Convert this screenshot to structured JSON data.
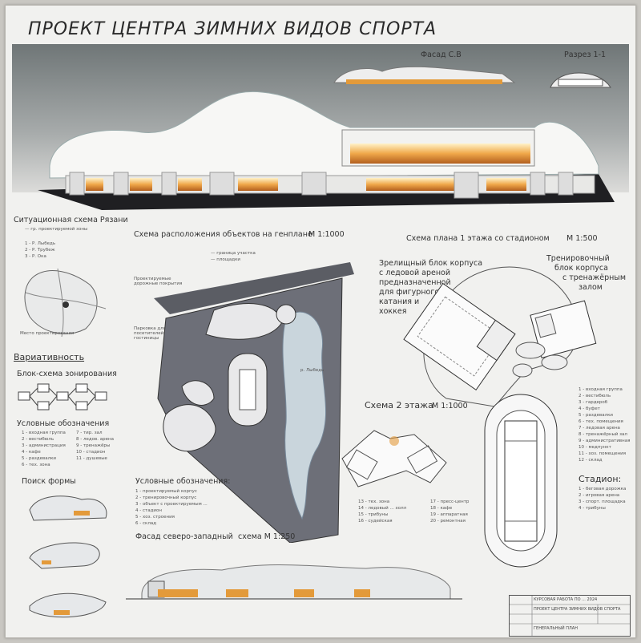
{
  "title": "ПРОЕКТ ЦЕНТРА ЗИМНИХ ВИДОВ СПОРТА",
  "facade_cv": "Фасад С.В",
  "section_11": "Разрез 1-1",
  "situation": {
    "title": "Ситуационная схема Рязани",
    "legend": [
      "— гр. проектируемой зоны",
      "1 - Р. Лыбедь",
      "2 - Р. Трубеж",
      "3 - Р. Ока"
    ],
    "note": "Место проектирования"
  },
  "variant": {
    "title": "Вариативность",
    "zoning": "Блок-схема зонирования",
    "legend_title": "Условные обозначения",
    "legend_left": [
      "1 - входная группа",
      "2 - вестибюль",
      "3 - администрация",
      "4 - кафе",
      "5 - раздевалки",
      "6 - тех. зона"
    ],
    "legend_right": [
      "7 - тир. зал",
      "8 - ледов. арена",
      "9 - тренажёры",
      "10 - стадион",
      "11 - душевые"
    ],
    "form_search": "Поиск формы"
  },
  "genplan": {
    "title": "Схема расположения объектов на генплане",
    "scale": "М 1:1000",
    "legend_top": [
      "— граница участка",
      "— площадки"
    ],
    "side_note_1": "Проектируемые дорожные покрытия",
    "side_note_2": "Парковка для посетителей гостиницы",
    "river": "р. Лыбедь",
    "legend_title": "Условные обозначения:",
    "legend": [
      "1 - проектируемый корпус",
      "2 - тренировочный корпус",
      "3 - объект с проектируемым ...",
      "4 - стадион",
      "5 - хоз. строения",
      "6 - склад"
    ]
  },
  "plan1": {
    "title": "Схема плана 1 этажа со стадионом",
    "scale": "М 1:500",
    "block1": [
      "Зрелищный блок корпуса",
      "с ледовой ареной",
      "предназначенной",
      "для фигурного",
      "катания и",
      "хоккея"
    ],
    "block2": [
      "Тренировочный",
      "блок корпуса",
      "с тренажёрным",
      "залом"
    ],
    "legend": [
      "1 - входная группа",
      "2 - вестибюль",
      "3 - гардероб",
      "4 - буфет",
      "5 - раздевалки",
      "6 - тех. помещения",
      "7 - ледовая арена",
      "8 - тренажёрный зал",
      "9 - административная",
      "10 - медпункт",
      "11 - хоз. помещения",
      "12 - склад"
    ],
    "stadium_title": "Стадион:",
    "stadium_legend": [
      "1 - беговая дорожка",
      "2 - игровая арена",
      "3 - спорт. площадка",
      "4 - трибуны"
    ]
  },
  "plan2": {
    "title": "Схема 2 этажа",
    "scale": "М 1:1000",
    "legend_left": [
      "13 - тех. зона",
      "14 - ледовый ... холл",
      "15 - трибуны",
      "16 - судейская"
    ],
    "legend_right": [
      "17 - пресс-центр",
      "18 - кафе",
      "19 - аппаратная",
      "20 - ремонтная"
    ]
  },
  "facade_nw": {
    "title": "Фасад северо-западный",
    "scale": "схема М 1:250"
  },
  "stamp": {
    "line1": "КУРСОВАЯ РАБОТА ПО ... 2024",
    "line2": "ПРОЕКТ ЦЕНТРА ЗИМНИХ ВИДОВ СПОРТА",
    "line3": "ГЕНЕРАЛЬНЫЙ ПЛАН"
  },
  "colors": {
    "accent_orange": "#e39a3a",
    "ink": "#333333",
    "board": "#f1f1ef",
    "sky": "#8c9192"
  }
}
